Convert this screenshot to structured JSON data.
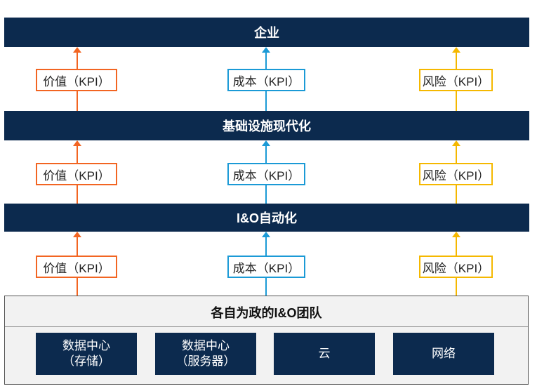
{
  "colors": {
    "navy": "#0c2a4e",
    "value": "#f26522",
    "cost": "#1b9ad6",
    "risk": "#f5b800"
  },
  "layers": [
    {
      "title": "企业",
      "kpis": [
        {
          "label": "价值（KPI）"
        },
        {
          "label": "成本（KPI）"
        },
        {
          "label": "风险（KPI）"
        }
      ]
    },
    {
      "title": "基础设施现代化",
      "kpis": [
        {
          "label": "价值（KPI）"
        },
        {
          "label": "成本（KPI）"
        },
        {
          "label": "风险（KPI）"
        }
      ]
    },
    {
      "title": "I&O自动化",
      "kpis": [
        {
          "label": "价值（KPI）"
        },
        {
          "label": "成本（KPI）"
        },
        {
          "label": "风险（KPI）"
        }
      ]
    }
  ],
  "teams": {
    "title": "各自为政的I&O团队",
    "items": [
      {
        "line1": "数据中心",
        "line2": "（存储）"
      },
      {
        "line1": "数据中心",
        "line2": "（服务器）"
      },
      {
        "line1": "云",
        "line2": ""
      },
      {
        "line1": "网络",
        "line2": ""
      }
    ]
  }
}
